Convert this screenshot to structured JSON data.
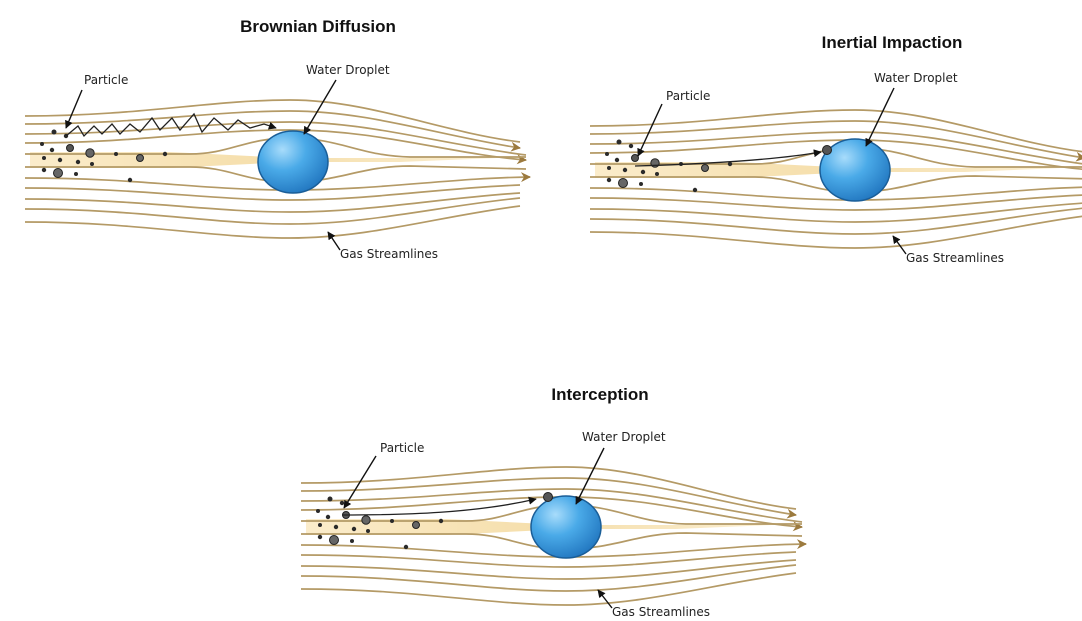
{
  "colors": {
    "streamline": "#b49a66",
    "shadow_zone": "#f5deaa",
    "droplet": "#3a9ee0",
    "droplet_edge": "#1a5e98",
    "particle": "#333333",
    "title_text": "#111111"
  },
  "panels": [
    {
      "id": "brownian",
      "title": "Brownian Diffusion",
      "labels": {
        "particle": "Particle",
        "droplet": "Water Droplet",
        "streamlines": "Gas Streamlines"
      },
      "trajectory": "zigzag"
    },
    {
      "id": "inertial",
      "title": "Inertial Impaction",
      "labels": {
        "particle": "Particle",
        "droplet": "Water Droplet",
        "streamlines": "Gas Streamlines"
      },
      "trajectory": "straight"
    },
    {
      "id": "interception",
      "title": "Interception",
      "labels": {
        "particle": "Particle",
        "droplet": "Water Droplet",
        "streamlines": "Gas Streamlines"
      },
      "trajectory": "curved"
    }
  ]
}
